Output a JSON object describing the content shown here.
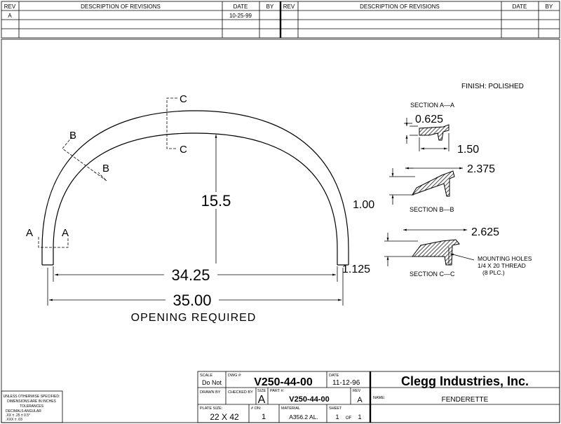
{
  "revisions": {
    "headers": {
      "rev": "REV",
      "description": "DESCRIPTION OF REVISIONS",
      "date": "DATE",
      "by": "BY",
      "by_right": "BY"
    },
    "left_rows": [
      {
        "rev": "A",
        "description": "",
        "date": "10-25-99",
        "by": ""
      }
    ]
  },
  "notes": {
    "finish": "FINISH: POLISHED",
    "tolerance_lines": [
      "UNLESS OTHERWISE SPECIFIED:",
      "DIMENSIONS ARE IN INCHES",
      "TOLERANCES",
      "DECIMALS          ANGULAR",
      ".XX  ± .25          ± 0.5°",
      ".XXX ± .03"
    ]
  },
  "main_view": {
    "section_marks": {
      "a_left": "A",
      "a_right": "A",
      "b_top": "B",
      "b_bottom": "B",
      "c_top": "C",
      "c_bottom": "C"
    },
    "height_dim": "15.5",
    "inner_width_dim": "34.25",
    "outer_width_dim": "35.00",
    "opening_label": "OPENING REQUIRED"
  },
  "sections": {
    "aa": {
      "title": "SECTION A—A",
      "dim_top": "0.625",
      "dim_side": "1.50"
    },
    "bb": {
      "title": "SECTION B—B",
      "dim_top": "2.375",
      "dim_side": "1.00"
    },
    "cc": {
      "title": "SECTION C—C",
      "dim_top": "2.625",
      "dim_side": "1.125",
      "holes_lines": [
        "MOUNTING HOLES",
        "1/4 X 20 THREAD",
        "(8 PLC.)"
      ]
    }
  },
  "title_block": {
    "scale_label": "SCALE",
    "scale_value": "Do Not",
    "dwg_label": "DWG #:",
    "dwg_value": "V250-44-00",
    "date_label": "DATE",
    "date_value": "11-12-96",
    "company": "Clegg Industries, Inc.",
    "drawn_by_label": "DRAWN BY",
    "checked_by_label": "CHECKED BY",
    "size_label": "SIZE",
    "size_value": "A",
    "part_label": "PART #:",
    "part_value": "V250-44-00",
    "rev_label": "REV",
    "rev_value": "A",
    "name_label": "NAME:",
    "name_value": "FENDERETTE",
    "plate_label": "PLATE SIZE:",
    "plate_value": "22  X  42",
    "on_label": "# ON:",
    "on_value": "1",
    "material_label": "MATERIAL",
    "material_value": "A356.2 AL.",
    "sheet_label": "SHEET",
    "sheet_value": "1",
    "sheet_of": "OF",
    "sheet_total": "1"
  }
}
